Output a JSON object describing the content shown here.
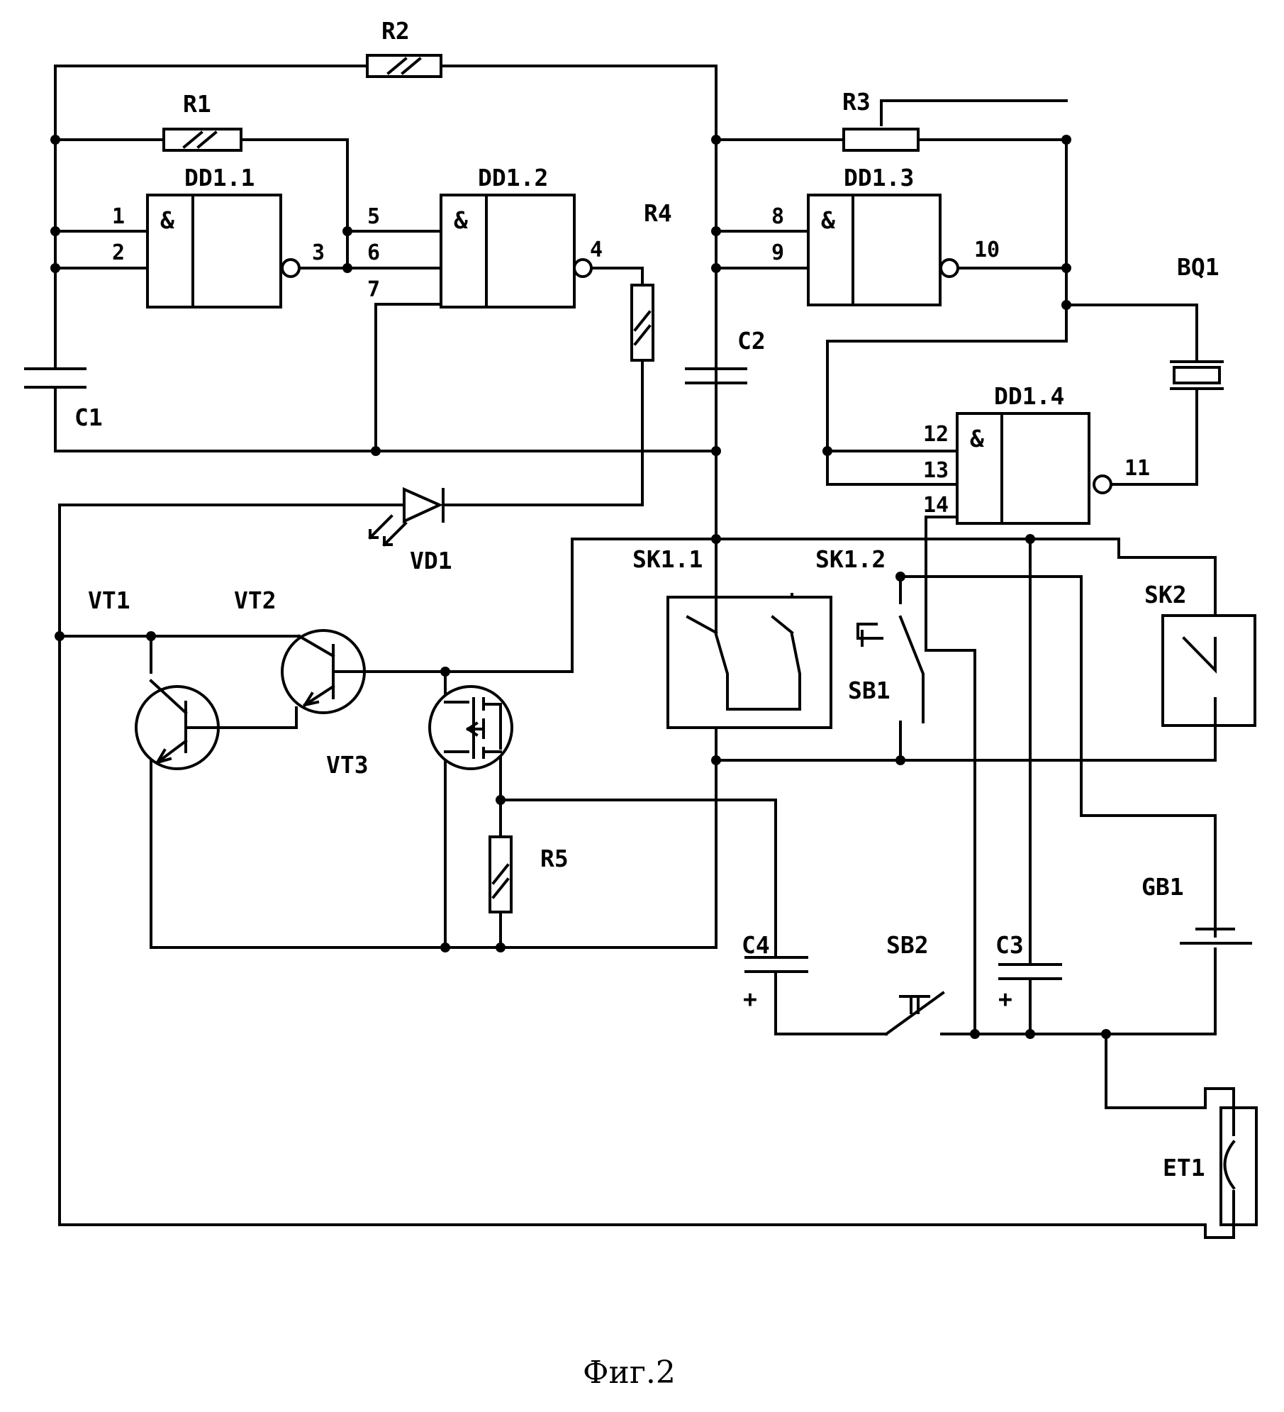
{
  "labels": {
    "R1": "R1",
    "R2": "R2",
    "R3": "R3",
    "R4": "R4",
    "R5": "R5",
    "C1": "C1",
    "C2": "C2",
    "C3": "C3",
    "C4": "C4",
    "DD11": "DD1.1",
    "DD12": "DD1.2",
    "DD13": "DD1.3",
    "DD14": "DD1.4",
    "BQ1": "BQ1",
    "VD1": "VD1",
    "VT1": "VT1",
    "VT2": "VT2",
    "VT3": "VT3",
    "SK11": "SK1.1",
    "SK12": "SK1.2",
    "SK2": "SK2",
    "SB1": "SB1",
    "SB2": "SB2",
    "GB1": "GB1",
    "ET1": "ET1"
  },
  "pins": {
    "p1": "1",
    "p2": "2",
    "p3": "3",
    "p4": "4",
    "p5": "5",
    "p6": "6",
    "p7": "7",
    "p8": "8",
    "p9": "9",
    "p10": "10",
    "p11": "11",
    "p12": "12",
    "p13": "13",
    "p14": "14"
  },
  "symbols": {
    "and": "&",
    "plus": "+"
  },
  "caption": "Фиг.2"
}
